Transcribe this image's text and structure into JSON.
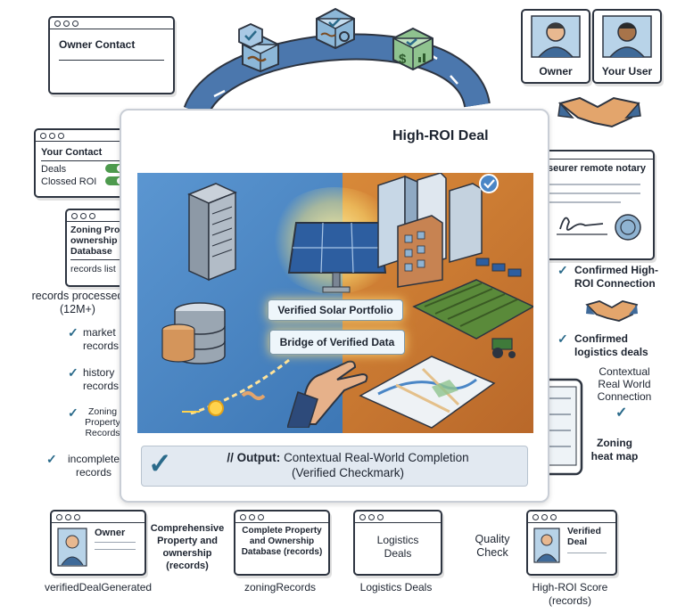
{
  "owner_contact": {
    "title": "Owner Contact"
  },
  "your_contact": {
    "title": "Your Contact",
    "rows": [
      "Deals",
      "Clossed ROI"
    ]
  },
  "zoning_db": {
    "title": "Zoning Property & ownership Database",
    "row": "records list"
  },
  "left_items": {
    "processed": "records processed (12M+)",
    "market": "market records",
    "history": "history records",
    "zoning": "Zoning Property Records",
    "incomplete": "incomplete records"
  },
  "avatars": {
    "owner": "Owner",
    "your_user": "Your User"
  },
  "main": {
    "title": "High-ROI Deal",
    "solar_label": "Verified Solar Portfolio",
    "bridge_label": "Bridge of Verified Data",
    "output_prefix": "// Output:",
    "output_line1": "Contextual Real-World Completion",
    "output_line2": "(Verified Checkmark)"
  },
  "notary": {
    "title": "seurer remote notary"
  },
  "right_items": {
    "confirmed_roi": "Confirmed High-ROI Connection",
    "confirmed_logistics": "Confirmed logistics deals",
    "contextual": "Contextual Real World Connection",
    "zoning_heat": "Zoning heat map"
  },
  "bottom": {
    "owner_card_title": "Owner",
    "owner_caption": "verifiedDealGenerated",
    "comprehensive": "Comprehensive Property and ownership (records)",
    "db_card_title": "Complete Property and Ownership Database (records)",
    "db_caption": "zoningRecords",
    "logistics_card": "Logistics Deals",
    "logistics_caption": "Logistics Deals",
    "quality": "Quality Check",
    "verified_card": "Verified Deal",
    "score_caption": "High-ROI Score (records)"
  },
  "icons": [
    "check-icon",
    "handshake-icon",
    "dollar-icon",
    "solar-panel-icon",
    "server-icon",
    "database-icon",
    "city-icon",
    "map-icon",
    "tablet-icon",
    "avatar-icon",
    "seal-icon"
  ],
  "colors": {
    "blue_panel": "#4a86c6",
    "orange_panel": "#c5782f",
    "arc": "#4b77ad",
    "accent_green": "#4d9a4d",
    "check": "#2a6a8a"
  }
}
